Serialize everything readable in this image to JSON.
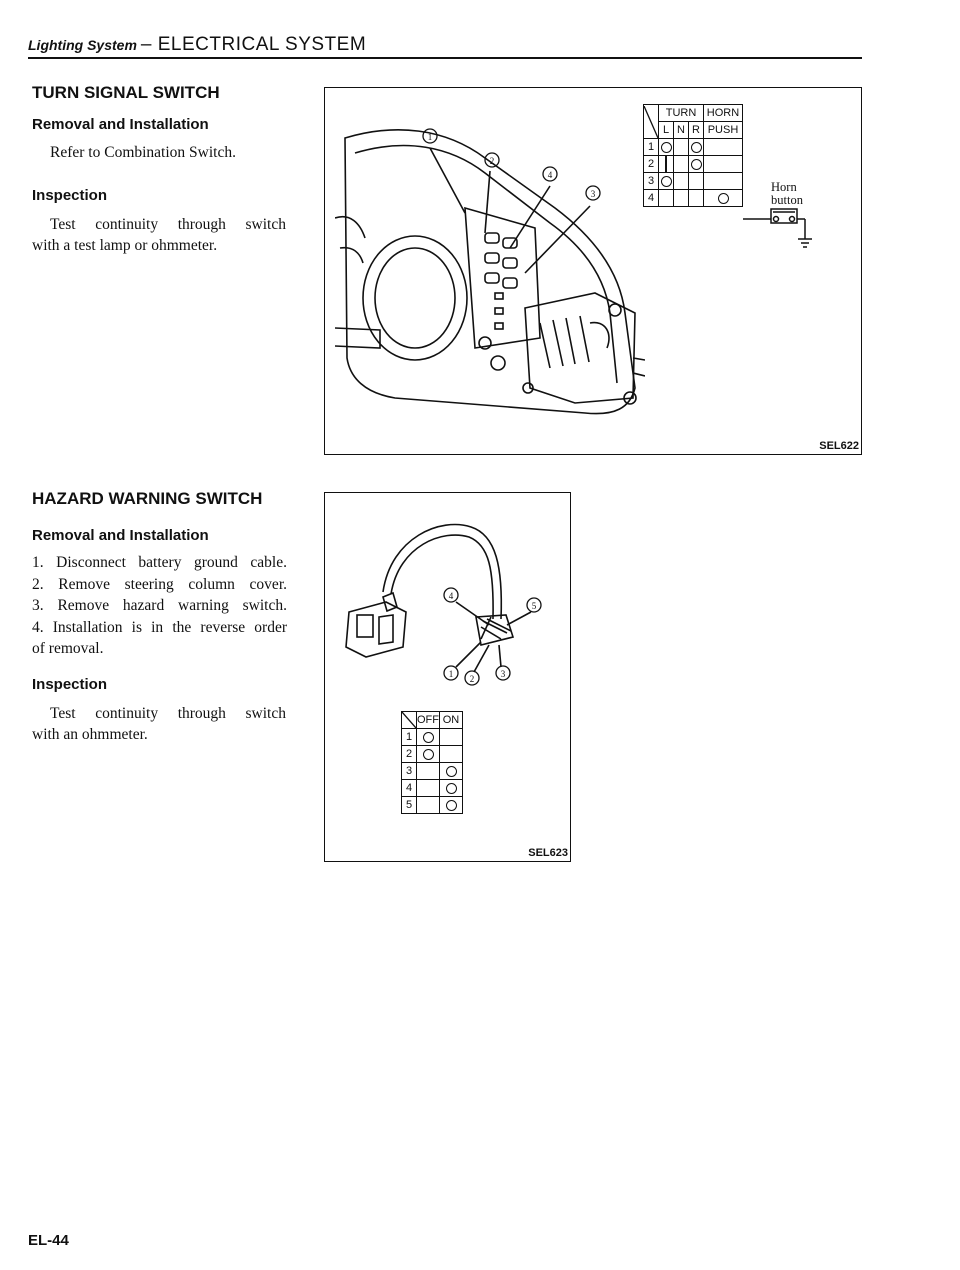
{
  "header": {
    "section": "Lighting System",
    "title": "– ELECTRICAL SYSTEM"
  },
  "turn_signal": {
    "heading": "TURN SIGNAL SWITCH",
    "removal_heading": "Removal and Installation",
    "removal_text": "Refer to Combination Switch.",
    "inspection_heading": "Inspection",
    "inspection_text_1": "Test continuity through switch",
    "inspection_text_2": "with a test lamp or ohmmeter.",
    "figure": {
      "code": "SEL622",
      "callouts": [
        "①",
        "②",
        "④",
        "③"
      ],
      "table": {
        "col_turn": "TURN",
        "col_horn": "HORN",
        "sub_l": "L",
        "sub_n": "N",
        "sub_r": "R",
        "sub_push": "PUSH",
        "rows": [
          "1",
          "2",
          "3",
          "4"
        ]
      },
      "horn_label_1": "Horn",
      "horn_label_2": "button"
    }
  },
  "hazard": {
    "heading": "HAZARD WARNING SWITCH",
    "removal_heading": "Removal and Installation",
    "steps": [
      "1. Disconnect battery ground cable.",
      "2. Remove steering column cover.",
      "3. Remove hazard warning switch.",
      "4. Installation is in the reverse order",
      "of removal."
    ],
    "inspection_heading": "Inspection",
    "inspection_text_1": "Test continuity through switch",
    "inspection_text_2": "with an ohmmeter.",
    "figure": {
      "code": "SEL623",
      "callouts": [
        "④",
        "⑤",
        "①",
        "②",
        "③"
      ],
      "table": {
        "col_off": "OFF",
        "col_on": "ON",
        "rows": [
          "1",
          "2",
          "3",
          "4",
          "5"
        ]
      }
    }
  },
  "footer": {
    "page": "EL-44"
  }
}
